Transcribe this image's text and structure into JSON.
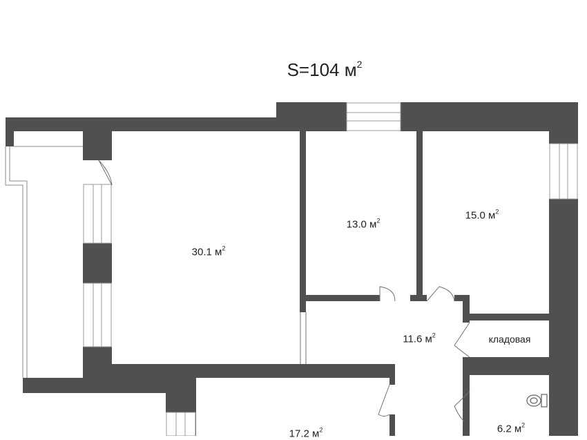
{
  "title": {
    "prefix": "S=104 м",
    "sup": "2"
  },
  "rooms": [
    {
      "id": "room-living",
      "area": "30.1 м",
      "sup": "2"
    },
    {
      "id": "room-bedroom-1",
      "area": "13.0 м",
      "sup": "2"
    },
    {
      "id": "room-bedroom-2",
      "area": "15.0 м",
      "sup": "2"
    },
    {
      "id": "room-hall",
      "area": "11.6 м",
      "sup": "2"
    },
    {
      "id": "room-bottom",
      "area": "17.2 м",
      "sup": "2"
    },
    {
      "id": "room-bath",
      "area": "6.2 м",
      "sup": "2"
    }
  ],
  "storage": {
    "label": "кладовая"
  },
  "colors": {
    "wall": "#505050",
    "window": "#bdbdbd",
    "background": "#ffffff",
    "text": "#222222"
  }
}
